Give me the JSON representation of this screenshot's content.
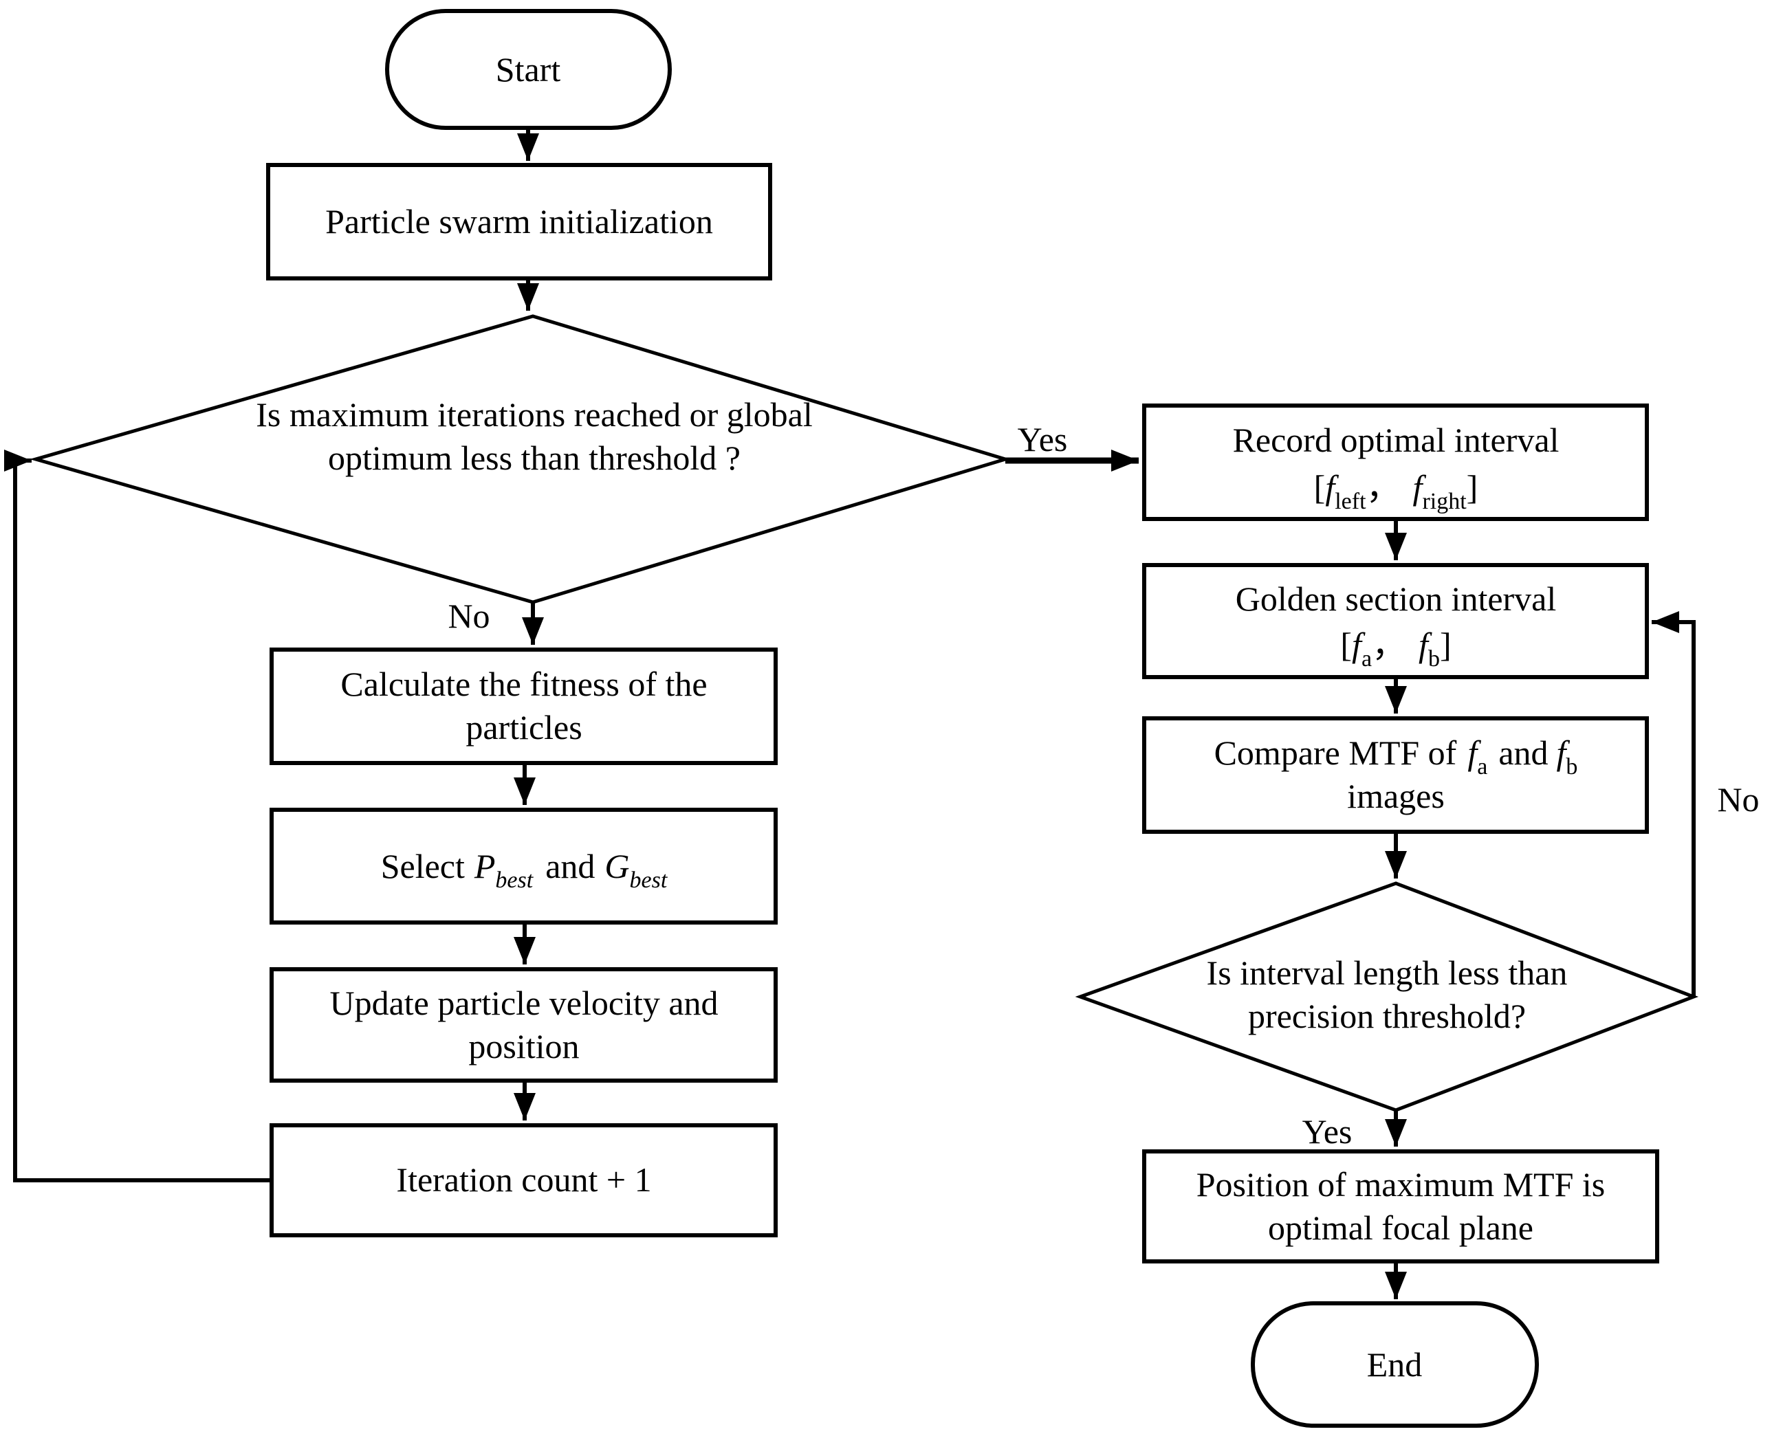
{
  "flowchart": {
    "colors": {
      "stroke": "#000000",
      "background": "#ffffff"
    },
    "nodes": {
      "start": {
        "label": "Start"
      },
      "init": {
        "label": "Particle swarm initialization"
      },
      "decision1": {
        "line1": "Is maximum iterations reached or global",
        "line2": "optimum less than threshold ?"
      },
      "fitness": {
        "line1": "Calculate the fitness of the",
        "line2": "particles"
      },
      "select": {
        "prefix": "Select",
        "p": "P",
        "p_sub": "best",
        "and": "and",
        "g": "G",
        "g_sub": "best"
      },
      "update": {
        "line1": "Update particle velocity and",
        "line2": "position"
      },
      "iteration": {
        "label": "Iteration count + 1"
      },
      "record": {
        "line1": "Record optimal interval",
        "open": "[",
        "f1": "f",
        "f1_sub": "left",
        "comma": "，",
        "f2": "f",
        "f2_sub": "right",
        "close": "]"
      },
      "golden": {
        "line1": "Golden section interval",
        "open": "[",
        "f1": "f",
        "f1_sub": "a",
        "comma": "，",
        "f2": "f",
        "f2_sub": "b",
        "close": "]"
      },
      "compare": {
        "part1": "Compare MTF of",
        "f1": "f",
        "f1_sub": "a",
        "and": "and",
        "f2": "f",
        "f2_sub": "b",
        "line2": "images"
      },
      "decision2": {
        "line1": "Is interval length less than",
        "line2": "precision threshold?"
      },
      "position": {
        "line1": "Position of maximum MTF is",
        "line2": "optimal focal plane"
      },
      "end": {
        "label": "End"
      }
    },
    "edge_labels": {
      "yes1": "Yes",
      "no1": "No",
      "no2": "No",
      "yes2": "Yes"
    }
  }
}
